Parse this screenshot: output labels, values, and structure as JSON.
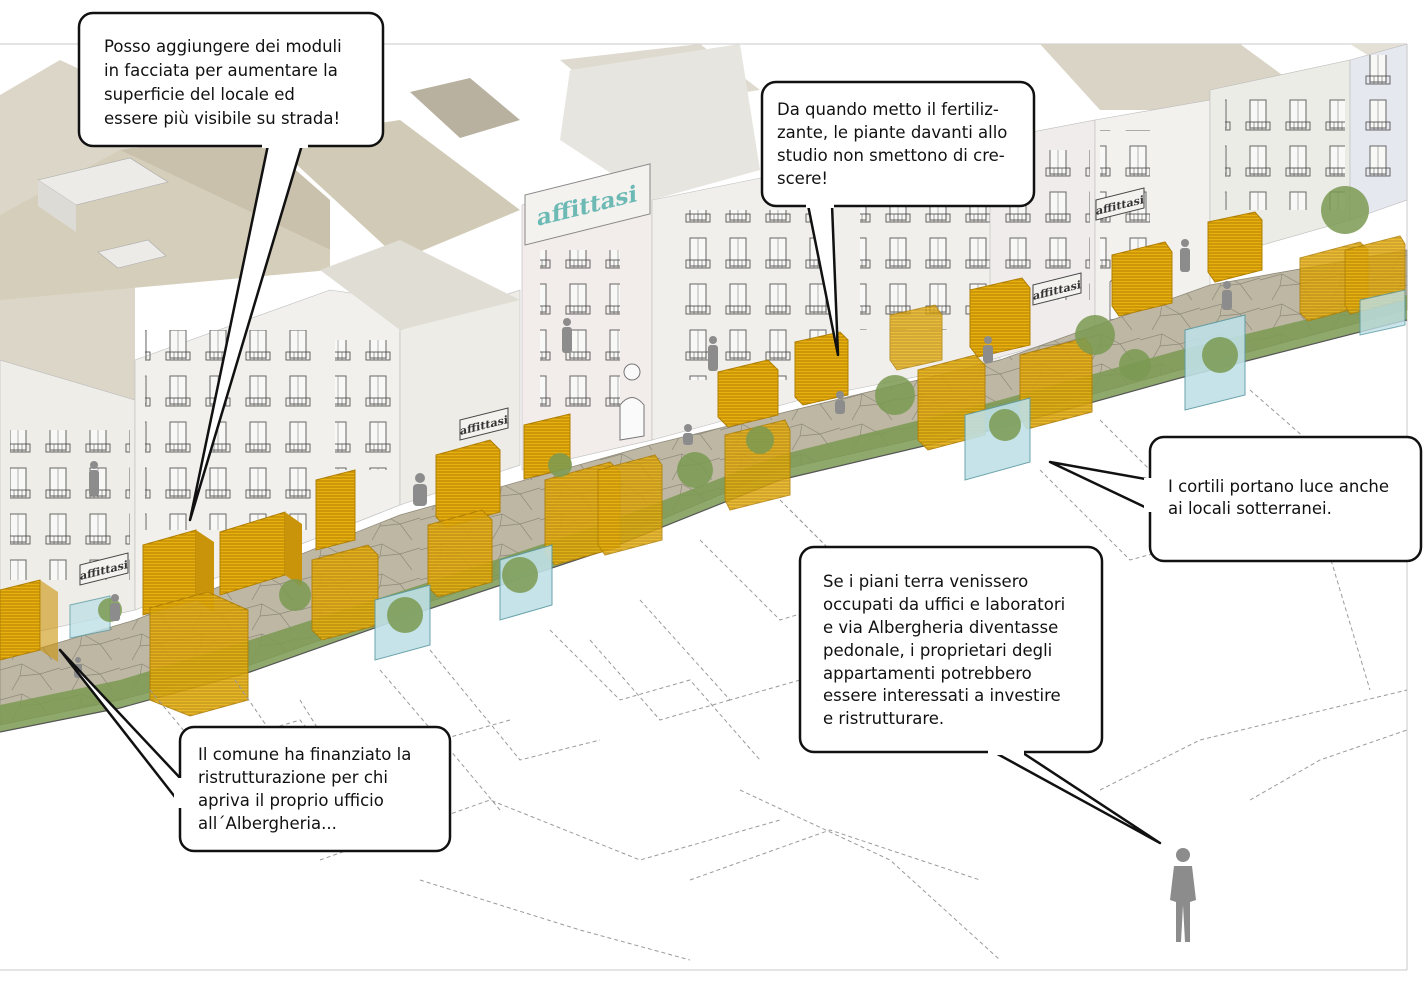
{
  "signs": {
    "affittasi": "affittasi"
  },
  "bubbles": {
    "moduli": {
      "lines": [
        "Posso aggiungere dei moduli",
        "in facciata per aumentare la",
        "superficie del locale ed",
        "essere più visibile su strada!"
      ]
    },
    "fertilizzante": {
      "lines": [
        "Da quando metto il fertiliz-",
        "zante, le piante davanti allo",
        "studio non smettono di cre-",
        "scere!"
      ]
    },
    "cortili": {
      "lines": [
        "I cortili portano luce anche",
        "ai locali sotterranei."
      ]
    },
    "pianiterra": {
      "lines": [
        "Se i piani terra venissero",
        "occupati da uffici e laboratori",
        "e via Albergheria diventasse",
        "pedonale, i proprietari degli",
        "appartamenti potrebbero",
        "essere interessati a investire",
        "e ristrutturare."
      ]
    },
    "comune": {
      "lines": [
        "Il comune ha finanziato la",
        "ristrutturazione per chi",
        "apriva il proprio ufficio",
        "all´Albergheria..."
      ]
    }
  },
  "colors": {
    "module": "#e8b10f",
    "module_dark": "#b07f04",
    "glass": "#bfe0e6",
    "greenery": "#7b9a52",
    "pavement": "#bdb7a4",
    "wall": "#efede8",
    "roof": "#d7d1c3",
    "sign_text": "#6dbab5",
    "figure": "#8c8c8c"
  }
}
